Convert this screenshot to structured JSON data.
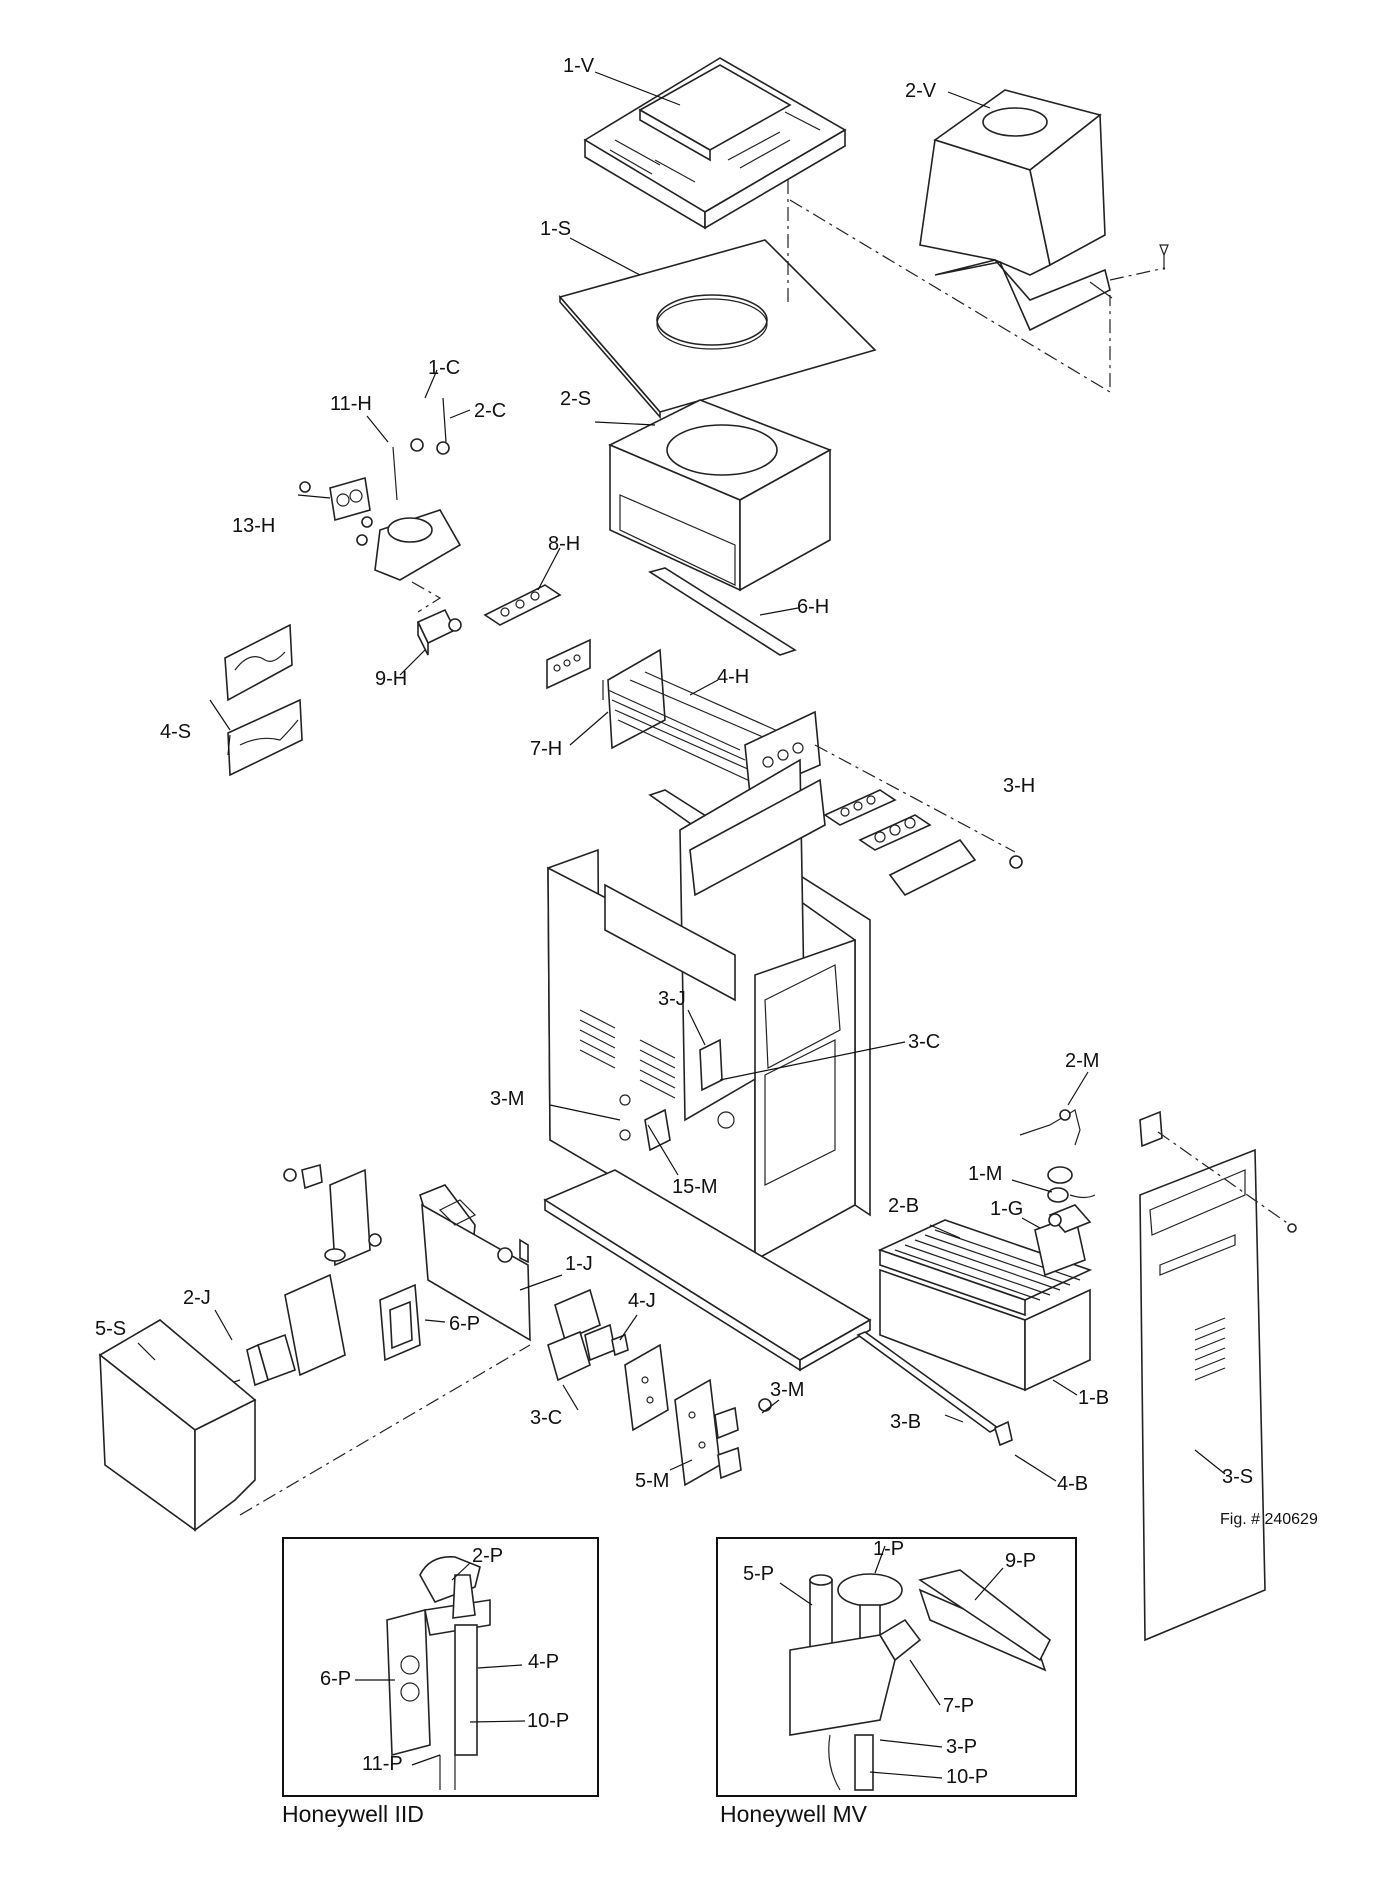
{
  "figure_number": "Fig. # 240629",
  "part_labels": {
    "1V": "1-V",
    "2V": "2-V",
    "1S": "1-S",
    "2S": "2-S",
    "1C": "1-C",
    "2C": "2-C",
    "11H": "11-H",
    "13H": "13-H",
    "8H": "8-H",
    "6H": "6-H",
    "9H": "9-H",
    "4S": "4-S",
    "4H": "4-H",
    "7H": "7-H",
    "3H": "3-H",
    "3J": "3-J",
    "3C_upper": "3-C",
    "2M": "2-M",
    "3M_upper": "3-M",
    "15M": "15-M",
    "1M": "1-M",
    "2B": "2-B",
    "1G": "1-G",
    "1J": "1-J",
    "2J": "2-J",
    "6P_main": "6-P",
    "5S": "5-S",
    "4J": "4-J",
    "3M_lower": "3-M",
    "3C_lower": "3-C",
    "5M": "5-M",
    "3B": "3-B",
    "1B": "1-B",
    "4B": "4-B",
    "3S": "3-S"
  },
  "inset_iid": {
    "caption": "Honeywell IID",
    "labels": {
      "2P": "2-P",
      "6P": "6-P",
      "4P": "4-P",
      "10P": "10-P",
      "11P": "11-P"
    }
  },
  "inset_mv": {
    "caption": "Honeywell MV",
    "labels": {
      "1P": "1-P",
      "5P": "5-P",
      "9P": "9-P",
      "7P": "7-P",
      "3P": "3-P",
      "10P": "10-P"
    }
  }
}
